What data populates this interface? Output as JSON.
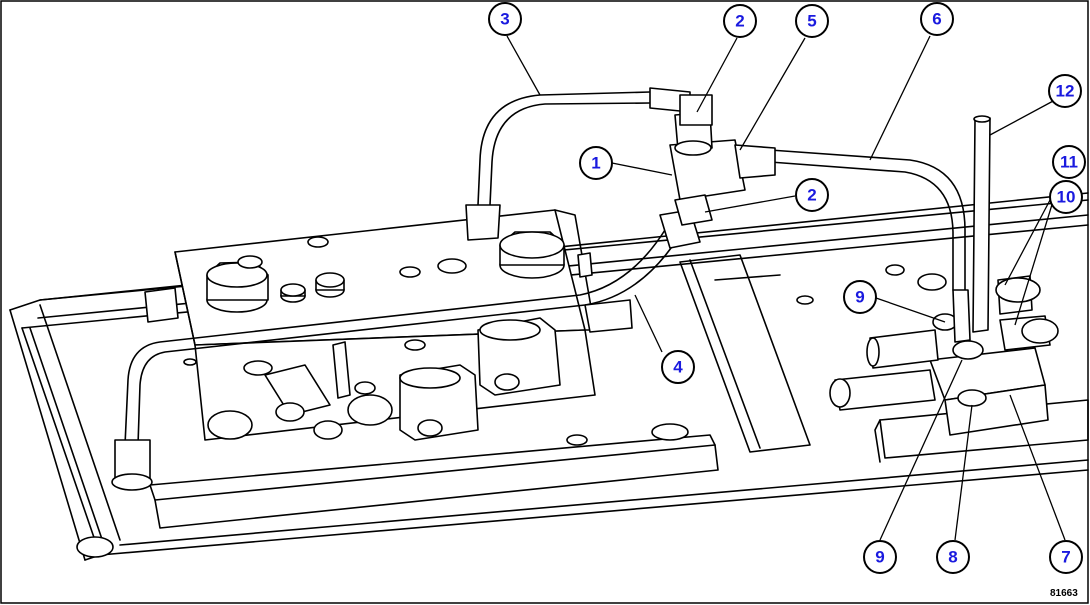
{
  "figure_id": "81663",
  "callouts": [
    {
      "label": "3"
    },
    {
      "label": "2"
    },
    {
      "label": "5"
    },
    {
      "label": "6"
    },
    {
      "label": "12"
    },
    {
      "label": "1"
    },
    {
      "label": "2"
    },
    {
      "label": "11"
    },
    {
      "label": "10"
    },
    {
      "label": "9"
    },
    {
      "label": "4"
    },
    {
      "label": "9"
    },
    {
      "label": "8"
    },
    {
      "label": "7"
    }
  ]
}
